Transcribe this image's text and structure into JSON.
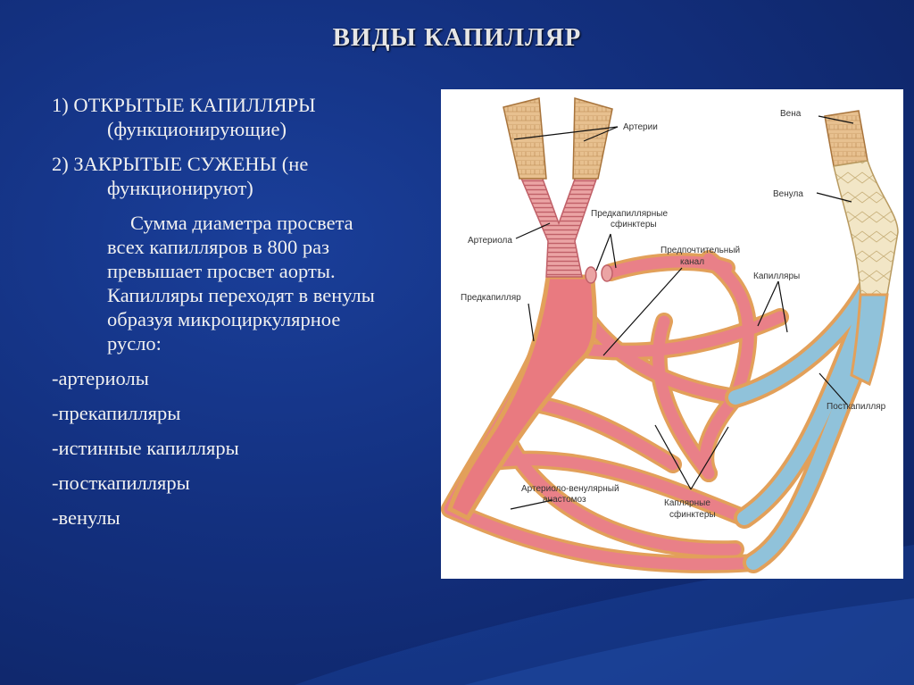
{
  "title": "ВИДЫ КАПИЛЛЯР",
  "text": {
    "l1a": "1) ОТКРЫТЫЕ КАПИЛЛЯРЫ",
    "l1b": "(функционирующие)",
    "l2a": "2) ЗАКРЫТЫЕ СУЖЕНЫ (не",
    "l2b": "функционируют)",
    "p1": "Сумма диаметра просвета",
    "p2": "всех капилляров в 800 раз",
    "p3": "превышает просвет аорты.",
    "p4": "Капилляры переходят в венулы",
    "p5": "образуя микроциркулярное",
    "p6": "русло:",
    "list": [
      "-артериолы",
      "-прекапилляры",
      "-истинные капилляры",
      "-посткапилляры",
      "-венулы"
    ]
  },
  "figure": {
    "labels": {
      "arteries": "Артерии",
      "vein": "Вена",
      "venule": "Венула",
      "arteriole": "Артериола",
      "precap_sph_1": "Предкапиллярные",
      "precap_sph_2": "сфинктеры",
      "preferred_1": "Предпочтительный",
      "preferred_2": "канал",
      "precapillary": "Предкапилляр",
      "capillaries": "Капилляры",
      "postcapillary": "Посткапилляр",
      "ava_1": "Артериоло-венулярный",
      "ava_2": "анастомоз",
      "cap_sph_1": "Каплярные",
      "cap_sph_2": "сфинктеры"
    },
    "colors": {
      "arterial": "#e97a80",
      "venous": "#8fc0d8",
      "wall": "#e8a055",
      "vessel_outer": "#f1c9a2"
    }
  }
}
